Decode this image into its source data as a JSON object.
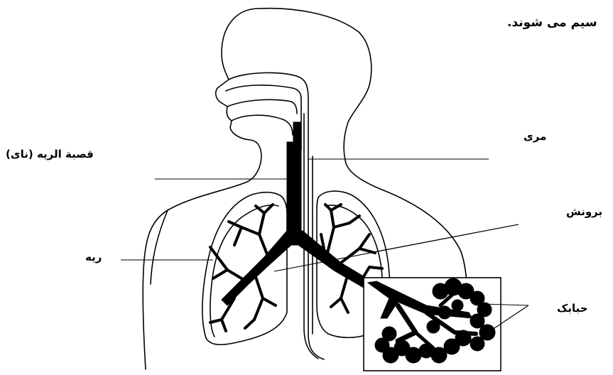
{
  "caption_fragment": "سیم می شوند.",
  "labels": {
    "trachea": "قصبة الريه (نای)",
    "esophagus": "مری",
    "bronchi": "برونش",
    "lung": "ريه",
    "alveoli": "حبابک"
  }
}
